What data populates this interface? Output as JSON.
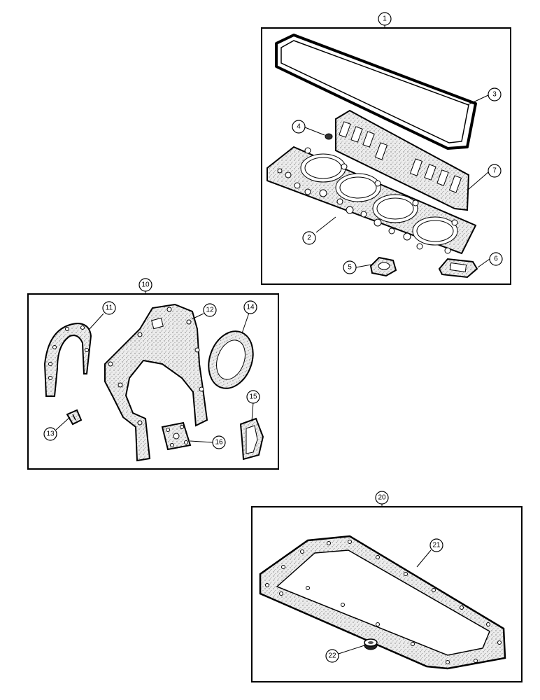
{
  "callouts": {
    "c1": "1",
    "c2": "2",
    "c3": "3",
    "c4": "4",
    "c5": "5",
    "c6": "6",
    "c7": "7",
    "c10": "10",
    "c11": "11",
    "c12": "12",
    "c13": "13",
    "c14": "14",
    "c15": "15",
    "c16": "16",
    "c20": "20",
    "c21": "21",
    "c22": "22"
  }
}
